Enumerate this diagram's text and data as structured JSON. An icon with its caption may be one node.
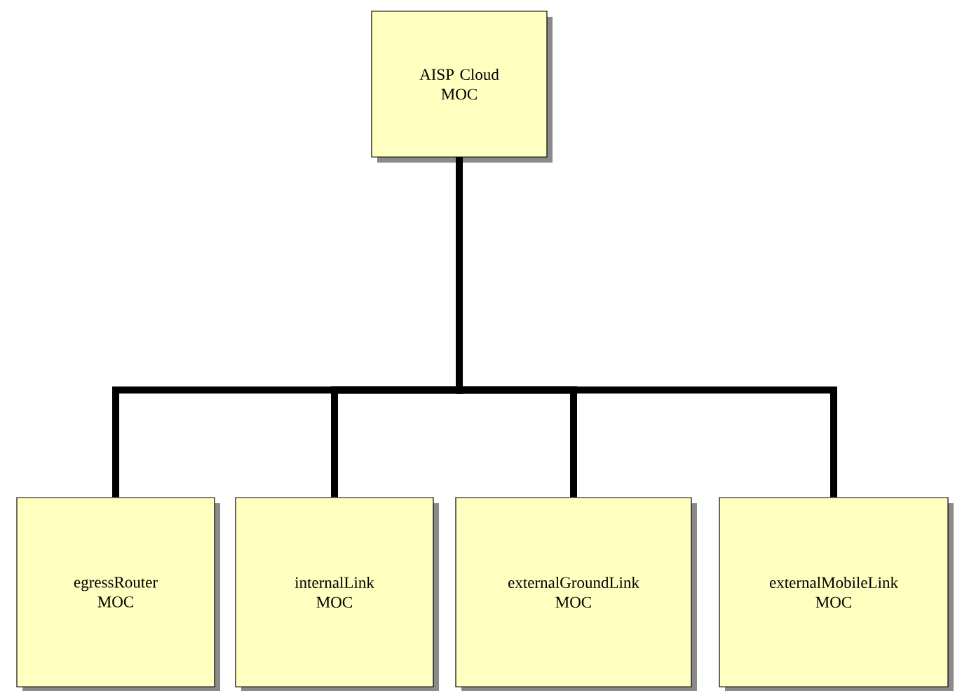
{
  "diagram": {
    "nodes": [
      {
        "text": [
          "AISP Cloud MOC"
        ]
      },
      {
        "text": [
          "egressRouter MOC"
        ]
      },
      {
        "text": [
          "internalLink MOC"
        ]
      },
      {
        "text": [
          "externalGroundLink MOC"
        ]
      },
      {
        "text": [
          "externalMobileLink MOC"
        ]
      }
    ],
    "edges": [
      {
        "from": 0,
        "to": 1,
        "arrow": "none"
      },
      {
        "from": 0,
        "to": 2,
        "arrow": "none"
      },
      {
        "from": 0,
        "to": 3,
        "arrow": "none"
      },
      {
        "from": 0,
        "to": 4,
        "arrow": "none"
      }
    ]
  }
}
